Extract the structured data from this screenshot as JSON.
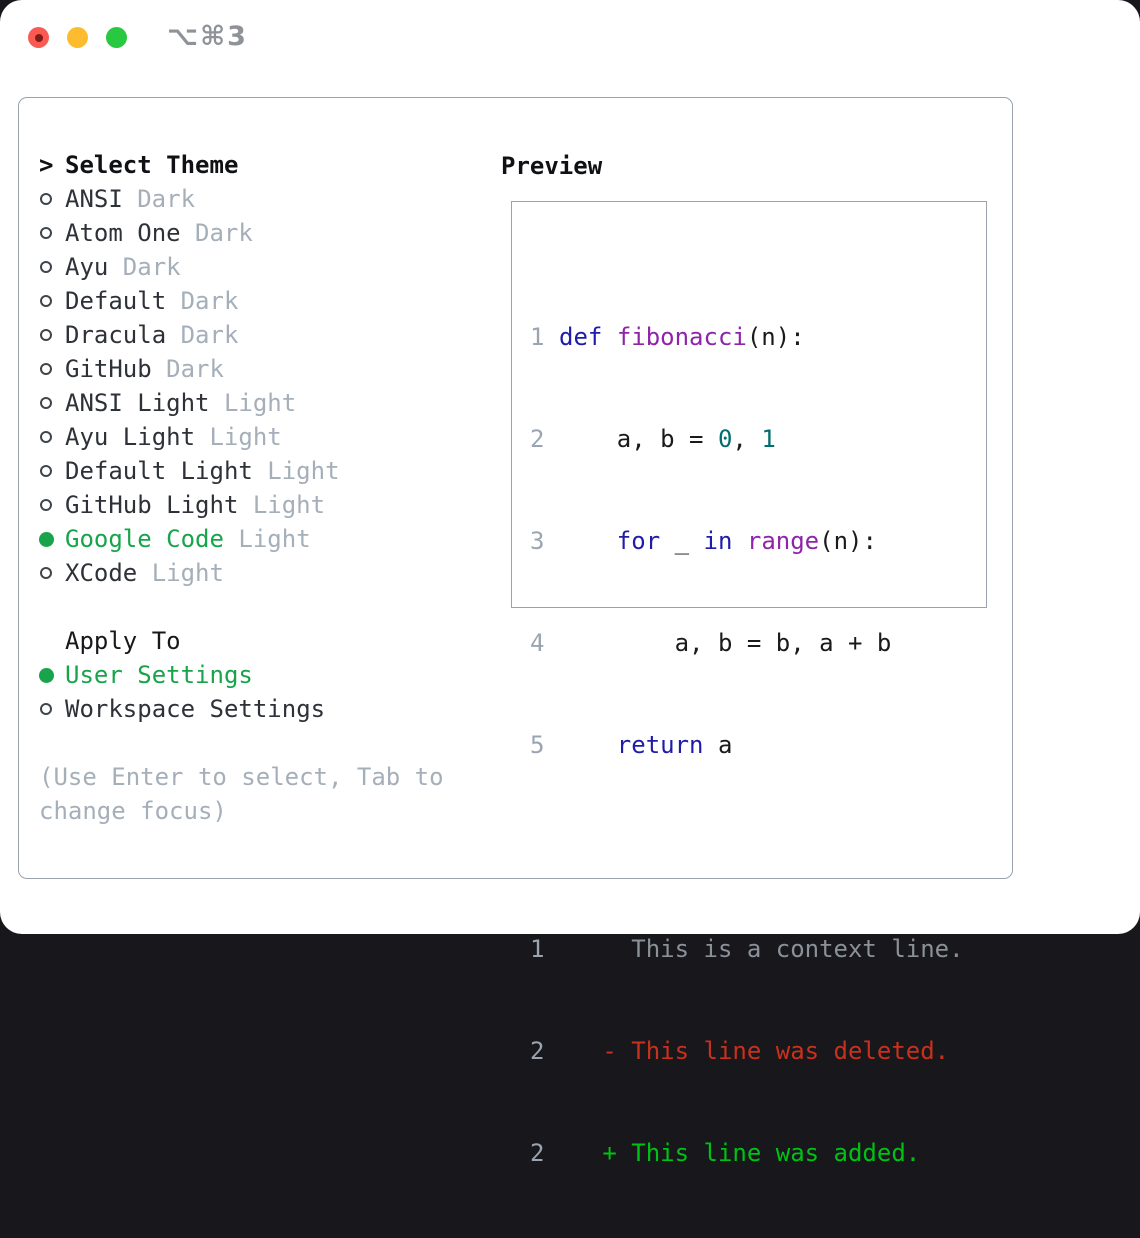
{
  "window": {
    "title": "⌥⌘3"
  },
  "select_theme": {
    "cursor": ">",
    "title": "Select Theme",
    "items": [
      {
        "name": "ANSI",
        "variant": "Dark",
        "selected": false
      },
      {
        "name": "Atom One",
        "variant": "Dark",
        "selected": false
      },
      {
        "name": "Ayu",
        "variant": "Dark",
        "selected": false
      },
      {
        "name": "Default",
        "variant": "Dark",
        "selected": false
      },
      {
        "name": "Dracula",
        "variant": "Dark",
        "selected": false
      },
      {
        "name": "GitHub",
        "variant": "Dark",
        "selected": false
      },
      {
        "name": "ANSI Light",
        "variant": "Light",
        "selected": false
      },
      {
        "name": "Ayu Light",
        "variant": "Light",
        "selected": false
      },
      {
        "name": "Default Light",
        "variant": "Light",
        "selected": false
      },
      {
        "name": "GitHub Light",
        "variant": "Light",
        "selected": false
      },
      {
        "name": "Google Code",
        "variant": "Light",
        "selected": true
      },
      {
        "name": "XCode",
        "variant": "Light",
        "selected": false
      }
    ]
  },
  "apply_to": {
    "title": "Apply To",
    "options": [
      {
        "label": "User Settings",
        "selected": true
      },
      {
        "label": "Workspace Settings",
        "selected": false
      }
    ]
  },
  "help": {
    "line1": "(Use Enter to select, Tab to",
    "line2": "change focus)"
  },
  "preview": {
    "title": "Preview",
    "code_lines": [
      {
        "num": "1",
        "tokens": [
          {
            "c": "kw",
            "t": "def"
          },
          {
            "c": "pl",
            "t": " "
          },
          {
            "c": "fn",
            "t": "fibonacci"
          },
          {
            "c": "pl",
            "t": "(n):"
          }
        ]
      },
      {
        "num": "2",
        "tokens": [
          {
            "c": "pl",
            "t": "    a, b = "
          },
          {
            "c": "lit",
            "t": "0"
          },
          {
            "c": "pl",
            "t": ", "
          },
          {
            "c": "lit",
            "t": "1"
          }
        ]
      },
      {
        "num": "3",
        "tokens": [
          {
            "c": "pl",
            "t": "    "
          },
          {
            "c": "kw",
            "t": "for"
          },
          {
            "c": "pl",
            "t": " _ "
          },
          {
            "c": "kw",
            "t": "in"
          },
          {
            "c": "pl",
            "t": " "
          },
          {
            "c": "fn",
            "t": "range"
          },
          {
            "c": "pl",
            "t": "(n):"
          }
        ]
      },
      {
        "num": "4",
        "tokens": [
          {
            "c": "pl",
            "t": "        a, b = b, a + b"
          }
        ]
      },
      {
        "num": "5",
        "tokens": [
          {
            "c": "pl",
            "t": "    "
          },
          {
            "c": "kw",
            "t": "return"
          },
          {
            "c": "pl",
            "t": " a"
          }
        ]
      },
      {
        "num": "",
        "tokens": [
          {
            "c": "pl",
            "t": ""
          }
        ]
      },
      {
        "num": "1",
        "tokens": [
          {
            "c": "ctx",
            "t": "     This is a context line."
          }
        ]
      },
      {
        "num": "2",
        "tokens": [
          {
            "c": "del",
            "t": "   - This line was deleted."
          }
        ]
      },
      {
        "num": "2",
        "tokens": [
          {
            "c": "add",
            "t": "   + This line was added."
          }
        ]
      }
    ]
  },
  "colors": {
    "selection_green": "#17a44b",
    "diff_added_green": "#00c213",
    "diff_deleted_red": "#c8311b",
    "keyword_blue": "#1e1ca8",
    "function_purple": "#8e24aa",
    "literal_teal": "#006e6e",
    "muted_gray": "#a5afba",
    "border_gray": "#9aa3ad",
    "traffic_red": "#fa5a52",
    "traffic_yellow": "#fdbc2e",
    "traffic_green": "#28c840"
  }
}
